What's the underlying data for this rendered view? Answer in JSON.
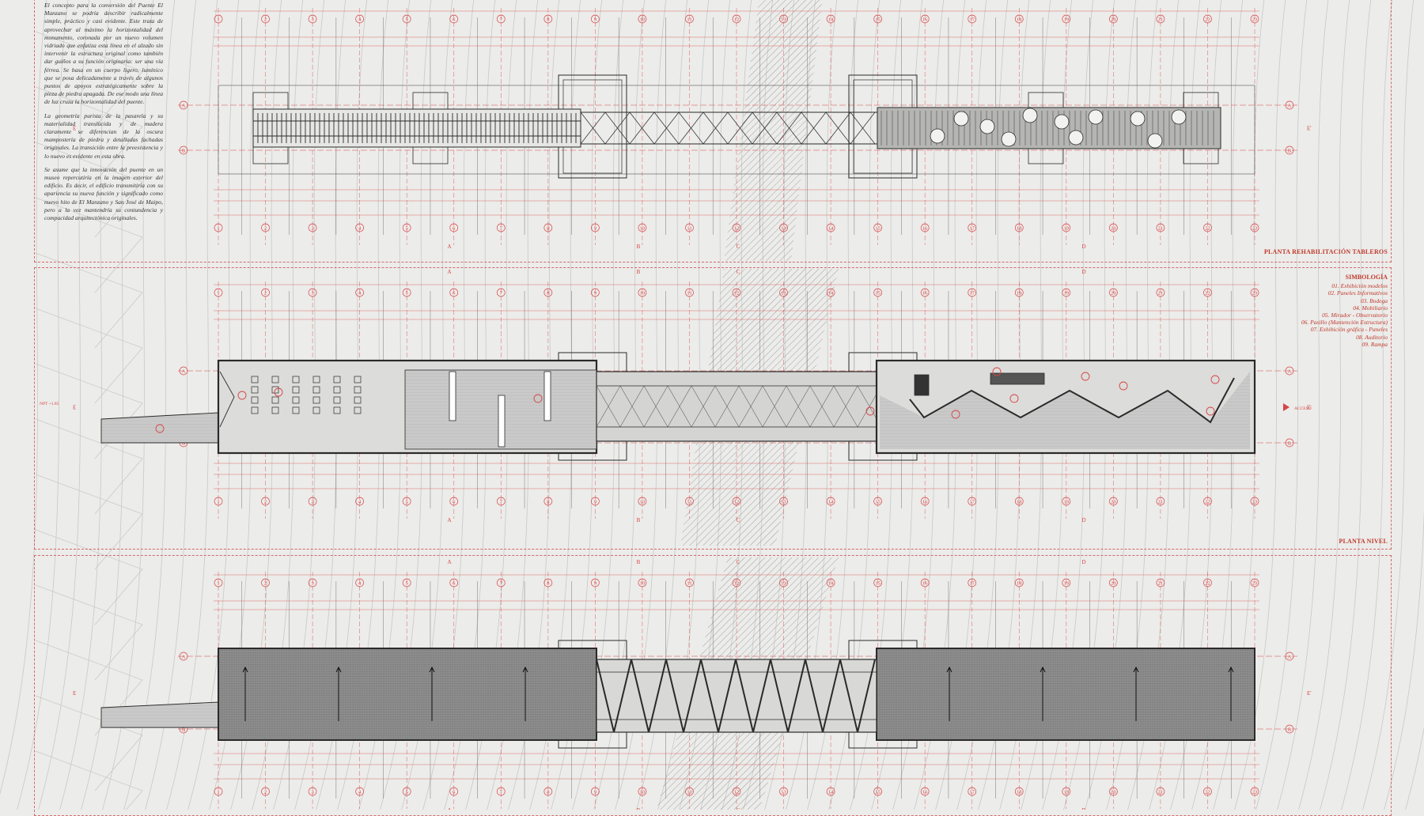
{
  "concept_text": [
    "El concepto para la conversión del Puente El Manzano se podría describir radicalmente simple, práctico y casi evidente. Este trata de aprovechar al máximo la horizontalidad del monumento, coronada por un nuevo volumen vidriado que enfatiza esta línea en el alzado sin intervenir la estructura original como también dar guiños a su función originaria: ser una vía férrea. Se basa en un cuerpo ligero, lumínico que se posa delicadamente a través de algunos puntos de apoyos estratégicamente sobre la pieza de piedra apagada. De ese modo una línea de luz cruza la horizontalidad del puente.",
    "La geometría purista de la pasarela y su materialidad translúcida y de madera claramente se diferencian de la oscura mampostería de piedra y detalladas fachadas originales. La transición entre la preexistencia y lo nuevo es evidente en esta obra.",
    "Se asume que la innovación del puente en un museo repercutiría en la imagen exterior del edificio. Es decir, el edificio transmitiría con su apariencia su nueva función y significado como nuevo hito de El Manzano y San José de Maipo, pero a la vez mantendría su contundencia y compacidad arquitectónica originales."
  ],
  "panel_titles": {
    "top": "PLANTA REHABILITACIÓN TABLEROS",
    "middle": "PLANTA NIVEL"
  },
  "legend": {
    "title": "SIMBOLOGÍA",
    "items": [
      "01. Exhibición modelos",
      "02. Paneles Informativos",
      "03. Bodega",
      "04. Mobiliario",
      "05. Mirador - Observatorio",
      "06. Pasillo (Mantención Estructura)",
      "07. Exhibición gráfica - Paneles",
      "08. Auditorio",
      "09. Rampa"
    ]
  },
  "grid_numbers": [
    "1",
    "2",
    "3",
    "4",
    "5",
    "6",
    "7",
    "8",
    "9",
    "10",
    "11",
    "12",
    "13",
    "14",
    "15",
    "16",
    "17",
    "18",
    "19",
    "20",
    "21",
    "22",
    "23"
  ],
  "grid_letters": [
    "A",
    "B",
    "C",
    "D"
  ],
  "row_letters": [
    "A",
    "B",
    "E",
    "E'"
  ],
  "labels": {
    "acceso": "ACCESO",
    "nivel": "NPT +1.85"
  },
  "colors": {
    "paper": "#ececea",
    "grid_red": "#d64545",
    "ink": "#2a2a2a",
    "hatch": "#9a9a9a"
  }
}
